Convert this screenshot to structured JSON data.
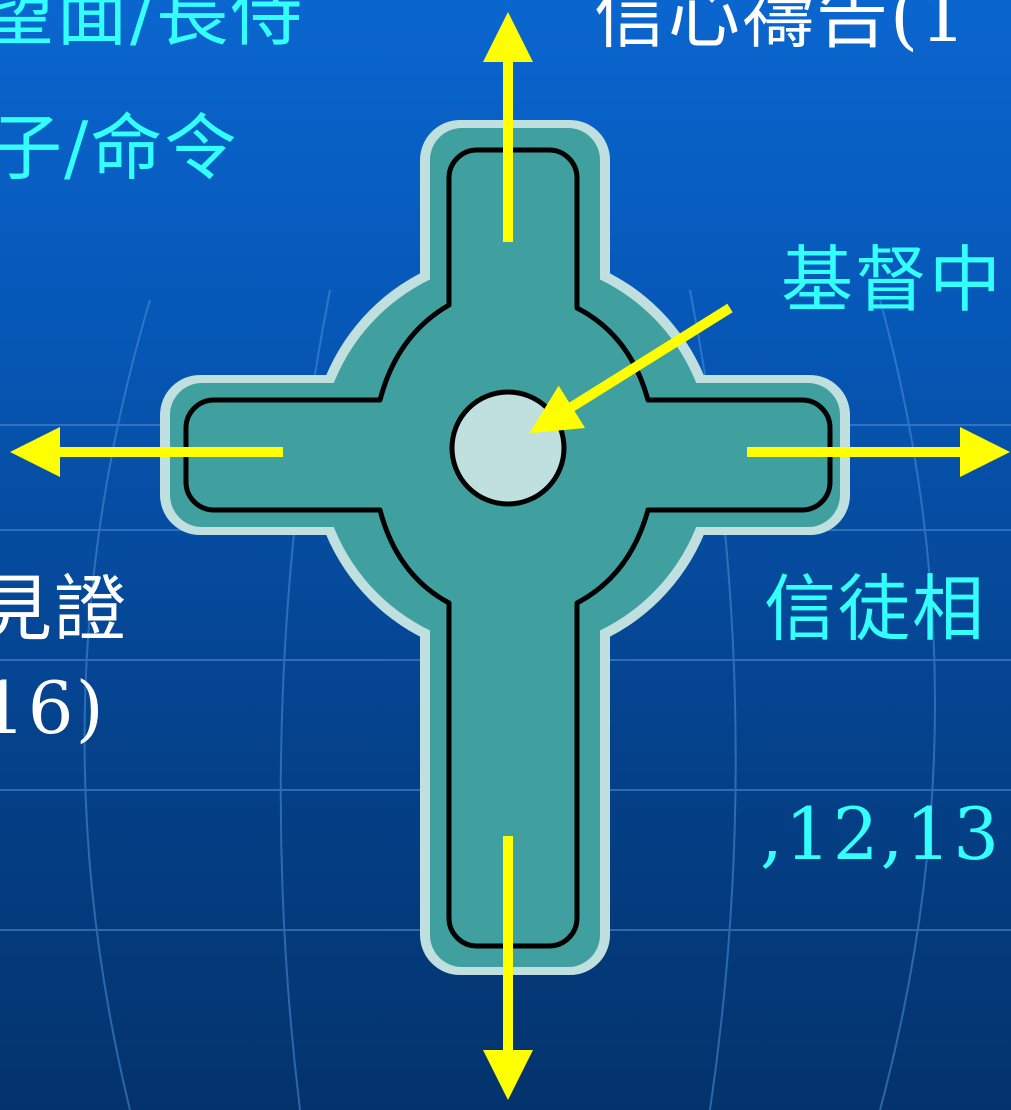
{
  "slide": {
    "colors": {
      "background_top": "#0a66cf",
      "background_bottom": "#03336c",
      "grid_line": "#4f8fd8",
      "cross_fill": "#40a0a0",
      "cross_halo": "#c0e0e0",
      "center_circle": "#c0e0e0",
      "arrow": "#ffff00",
      "text_cyan": "#33ffff",
      "text_white": "#ffffff"
    },
    "labels": {
      "top_left_1": "望面/長侍",
      "top_left_2": "子/命令",
      "top_right": "信心禱告(1",
      "center_right": "基督中",
      "left_bottom_1": "見證",
      "left_bottom_2": "16)",
      "right_bottom_1": "信徒相",
      "right_bottom_2": ",12,13"
    }
  }
}
